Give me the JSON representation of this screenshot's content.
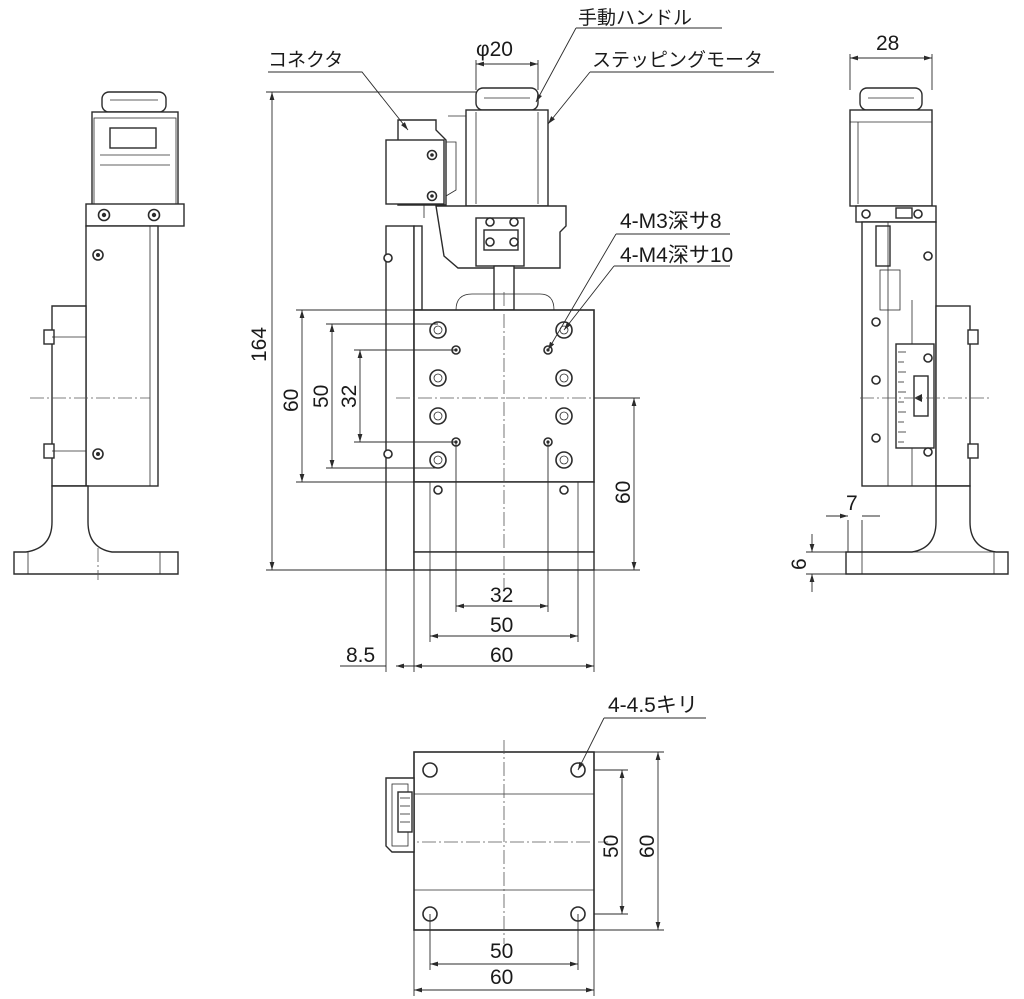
{
  "callouts": {
    "connector": "コネクタ",
    "hand_knob": "手動ハンドル",
    "stepping_motor": "ステッピングモータ",
    "tap_m3": "4-M3深サ8",
    "tap_m4": "4-M4深サ10",
    "through_holes": "4-4.5キリ"
  },
  "dimensions": {
    "knob_dia": "φ20",
    "side_width": "28",
    "total_height": "164",
    "left_60": "60",
    "left_50": "50",
    "left_32": "32",
    "right_60": "60",
    "bottom_32": "32",
    "bottom_50": "50",
    "bottom_60": "60",
    "offset_8_5": "8.5",
    "side_7": "7",
    "side_6": "6",
    "plan_50_v": "50",
    "plan_60_v": "60",
    "plan_50_h": "50",
    "plan_60_h": "60"
  }
}
